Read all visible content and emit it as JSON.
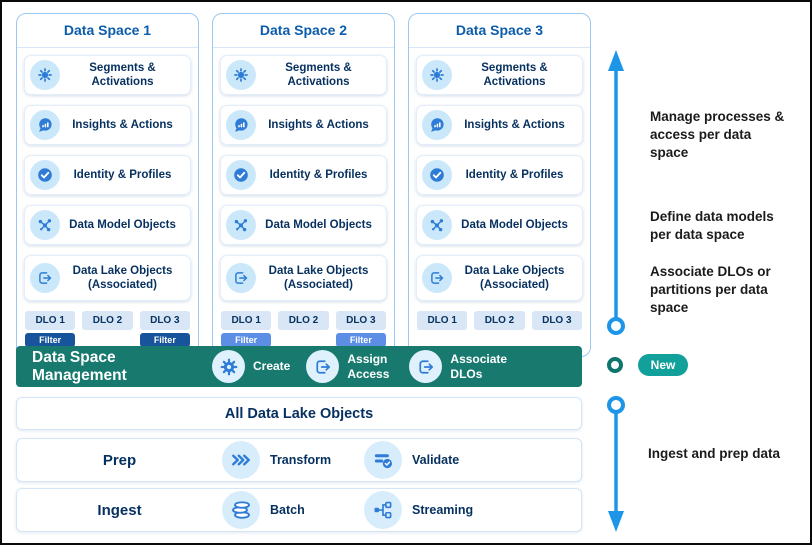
{
  "palette": {
    "header_blue": "#0B5CAB",
    "navy_text": "#06305F",
    "icon_blue": "#2E7CD5",
    "icon_circle_bg": "#CBE8FB",
    "column_border": "#9CC7F0",
    "chip_bg": "#D9E6F5",
    "filter_dark": "#17549B",
    "filter_medium": "#5B8EE4",
    "banner_teal": "#187A6F",
    "badge_teal": "#12A09A",
    "arrow_blue": "#1E96E8",
    "ring_teal": "#0E756C"
  },
  "data_spaces": [
    {
      "title": "Data Space 1",
      "items": [
        {
          "icon": "sun-icon",
          "label": "Segments & Activations"
        },
        {
          "icon": "chat-chart-icon",
          "label": "Insights & Actions"
        },
        {
          "icon": "check-circle-icon",
          "label": "Identity & Profiles"
        },
        {
          "icon": "data-model-icon",
          "label": "Data Model Objects"
        },
        {
          "icon": "export-icon",
          "lines": [
            "Data Lake Objects",
            "(Associated)"
          ]
        }
      ],
      "dlos": [
        {
          "label": "DLO 1",
          "filter_label": "Filter",
          "filter_color": "#17549B"
        },
        {
          "label": "DLO 2"
        },
        {
          "label": "DLO 3",
          "filter_label": "Filter",
          "filter_color": "#17549B"
        }
      ]
    },
    {
      "title": "Data Space 2",
      "items": [
        {
          "icon": "sun-icon",
          "label": "Segments & Activations"
        },
        {
          "icon": "chat-chart-icon",
          "label": "Insights & Actions"
        },
        {
          "icon": "check-circle-icon",
          "label": "Identity & Profiles"
        },
        {
          "icon": "data-model-icon",
          "label": "Data Model Objects"
        },
        {
          "icon": "export-icon",
          "lines": [
            "Data Lake Objects",
            "(Associated)"
          ]
        }
      ],
      "dlos": [
        {
          "label": "DLO 1",
          "filter_label": "Filter",
          "filter_color": "#5B8EE4"
        },
        {
          "label": "DLO 2"
        },
        {
          "label": "DLO 3",
          "filter_label": "Filter",
          "filter_color": "#5B8EE4"
        }
      ]
    },
    {
      "title": "Data Space 3",
      "items": [
        {
          "icon": "sun-icon",
          "label": "Segments & Activations"
        },
        {
          "icon": "chat-chart-icon",
          "label": "Insights & Actions"
        },
        {
          "icon": "check-circle-icon",
          "label": "Identity & Profiles"
        },
        {
          "icon": "data-model-icon",
          "label": "Data Model Objects"
        },
        {
          "icon": "export-icon",
          "lines": [
            "Data Lake Objects",
            "(Associated)"
          ]
        }
      ],
      "dlos": [
        {
          "label": "DLO 1"
        },
        {
          "label": "DLO 2"
        },
        {
          "label": "DLO 3"
        }
      ]
    }
  ],
  "management_bar": {
    "title": "Data Space Management",
    "actions": [
      {
        "icon": "gear-icon",
        "lines": [
          "Create"
        ]
      },
      {
        "icon": "export-icon",
        "lines": [
          "Assign",
          "Access"
        ]
      },
      {
        "icon": "export-icon",
        "lines": [
          "Associate",
          "DLOs"
        ]
      }
    ],
    "new_badge": "New"
  },
  "pipeline": {
    "all_dlo_label": "All Data Lake Objects",
    "prep": {
      "label": "Prep",
      "actions": [
        {
          "icon": "chevrons-icon",
          "label": "Transform"
        },
        {
          "icon": "validate-icon",
          "label": "Validate"
        }
      ]
    },
    "ingest": {
      "label": "Ingest",
      "actions": [
        {
          "icon": "batch-icon",
          "label": "Batch"
        },
        {
          "icon": "streaming-icon",
          "label": "Streaming"
        }
      ]
    }
  },
  "annotations": {
    "stages": [
      {
        "lines": [
          "Manage processes &",
          "access per data",
          "space"
        ]
      },
      {
        "lines": [
          "Define data models",
          "per data space"
        ]
      },
      {
        "lines": [
          "Associate DLOs or",
          "partitions per data",
          "space"
        ]
      }
    ],
    "ingest_note": "Ingest and prep data"
  }
}
